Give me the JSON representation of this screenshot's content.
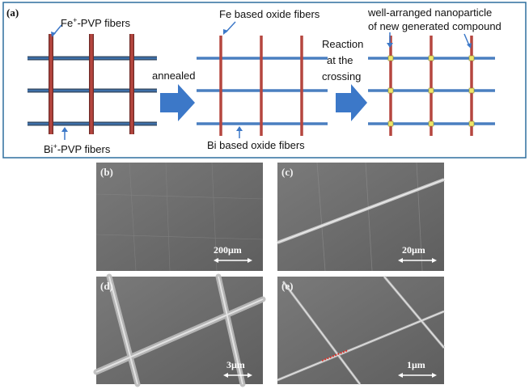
{
  "panel_a": {
    "label": "(a)",
    "fe_fiber_label": "Fe",
    "fe_fiber_sup": "+",
    "fe_fiber_suffix": "-PVP fibers",
    "bi_fiber_label": "Bi",
    "bi_fiber_sup": "+",
    "bi_fiber_suffix": "-PVP fibers",
    "annealed": "annealed",
    "fe_oxide": "Fe based oxide fibers",
    "bi_oxide": "Bi based oxide fibers",
    "reaction_line1": "Reaction",
    "reaction_line2": "at the",
    "reaction_line3": "crossing",
    "nano_line1": "well-arranged  nanoparticle",
    "nano_line2": "of new generated compound"
  },
  "sem_panels": [
    {
      "label": "(b)",
      "scale": "200μm"
    },
    {
      "label": "(c)",
      "scale": "20μm"
    },
    {
      "label": "(d)",
      "scale": "3μm"
    },
    {
      "label": "(e)",
      "scale": "1μm"
    }
  ],
  "colors": {
    "frame": "#2e6f9e",
    "fe_fiber": "#b5463f",
    "bi_fiber": "#4a7fc0",
    "arrow": "#3c78c8",
    "node": "#f0e66a",
    "sem_bg": "#6f6f6f"
  }
}
